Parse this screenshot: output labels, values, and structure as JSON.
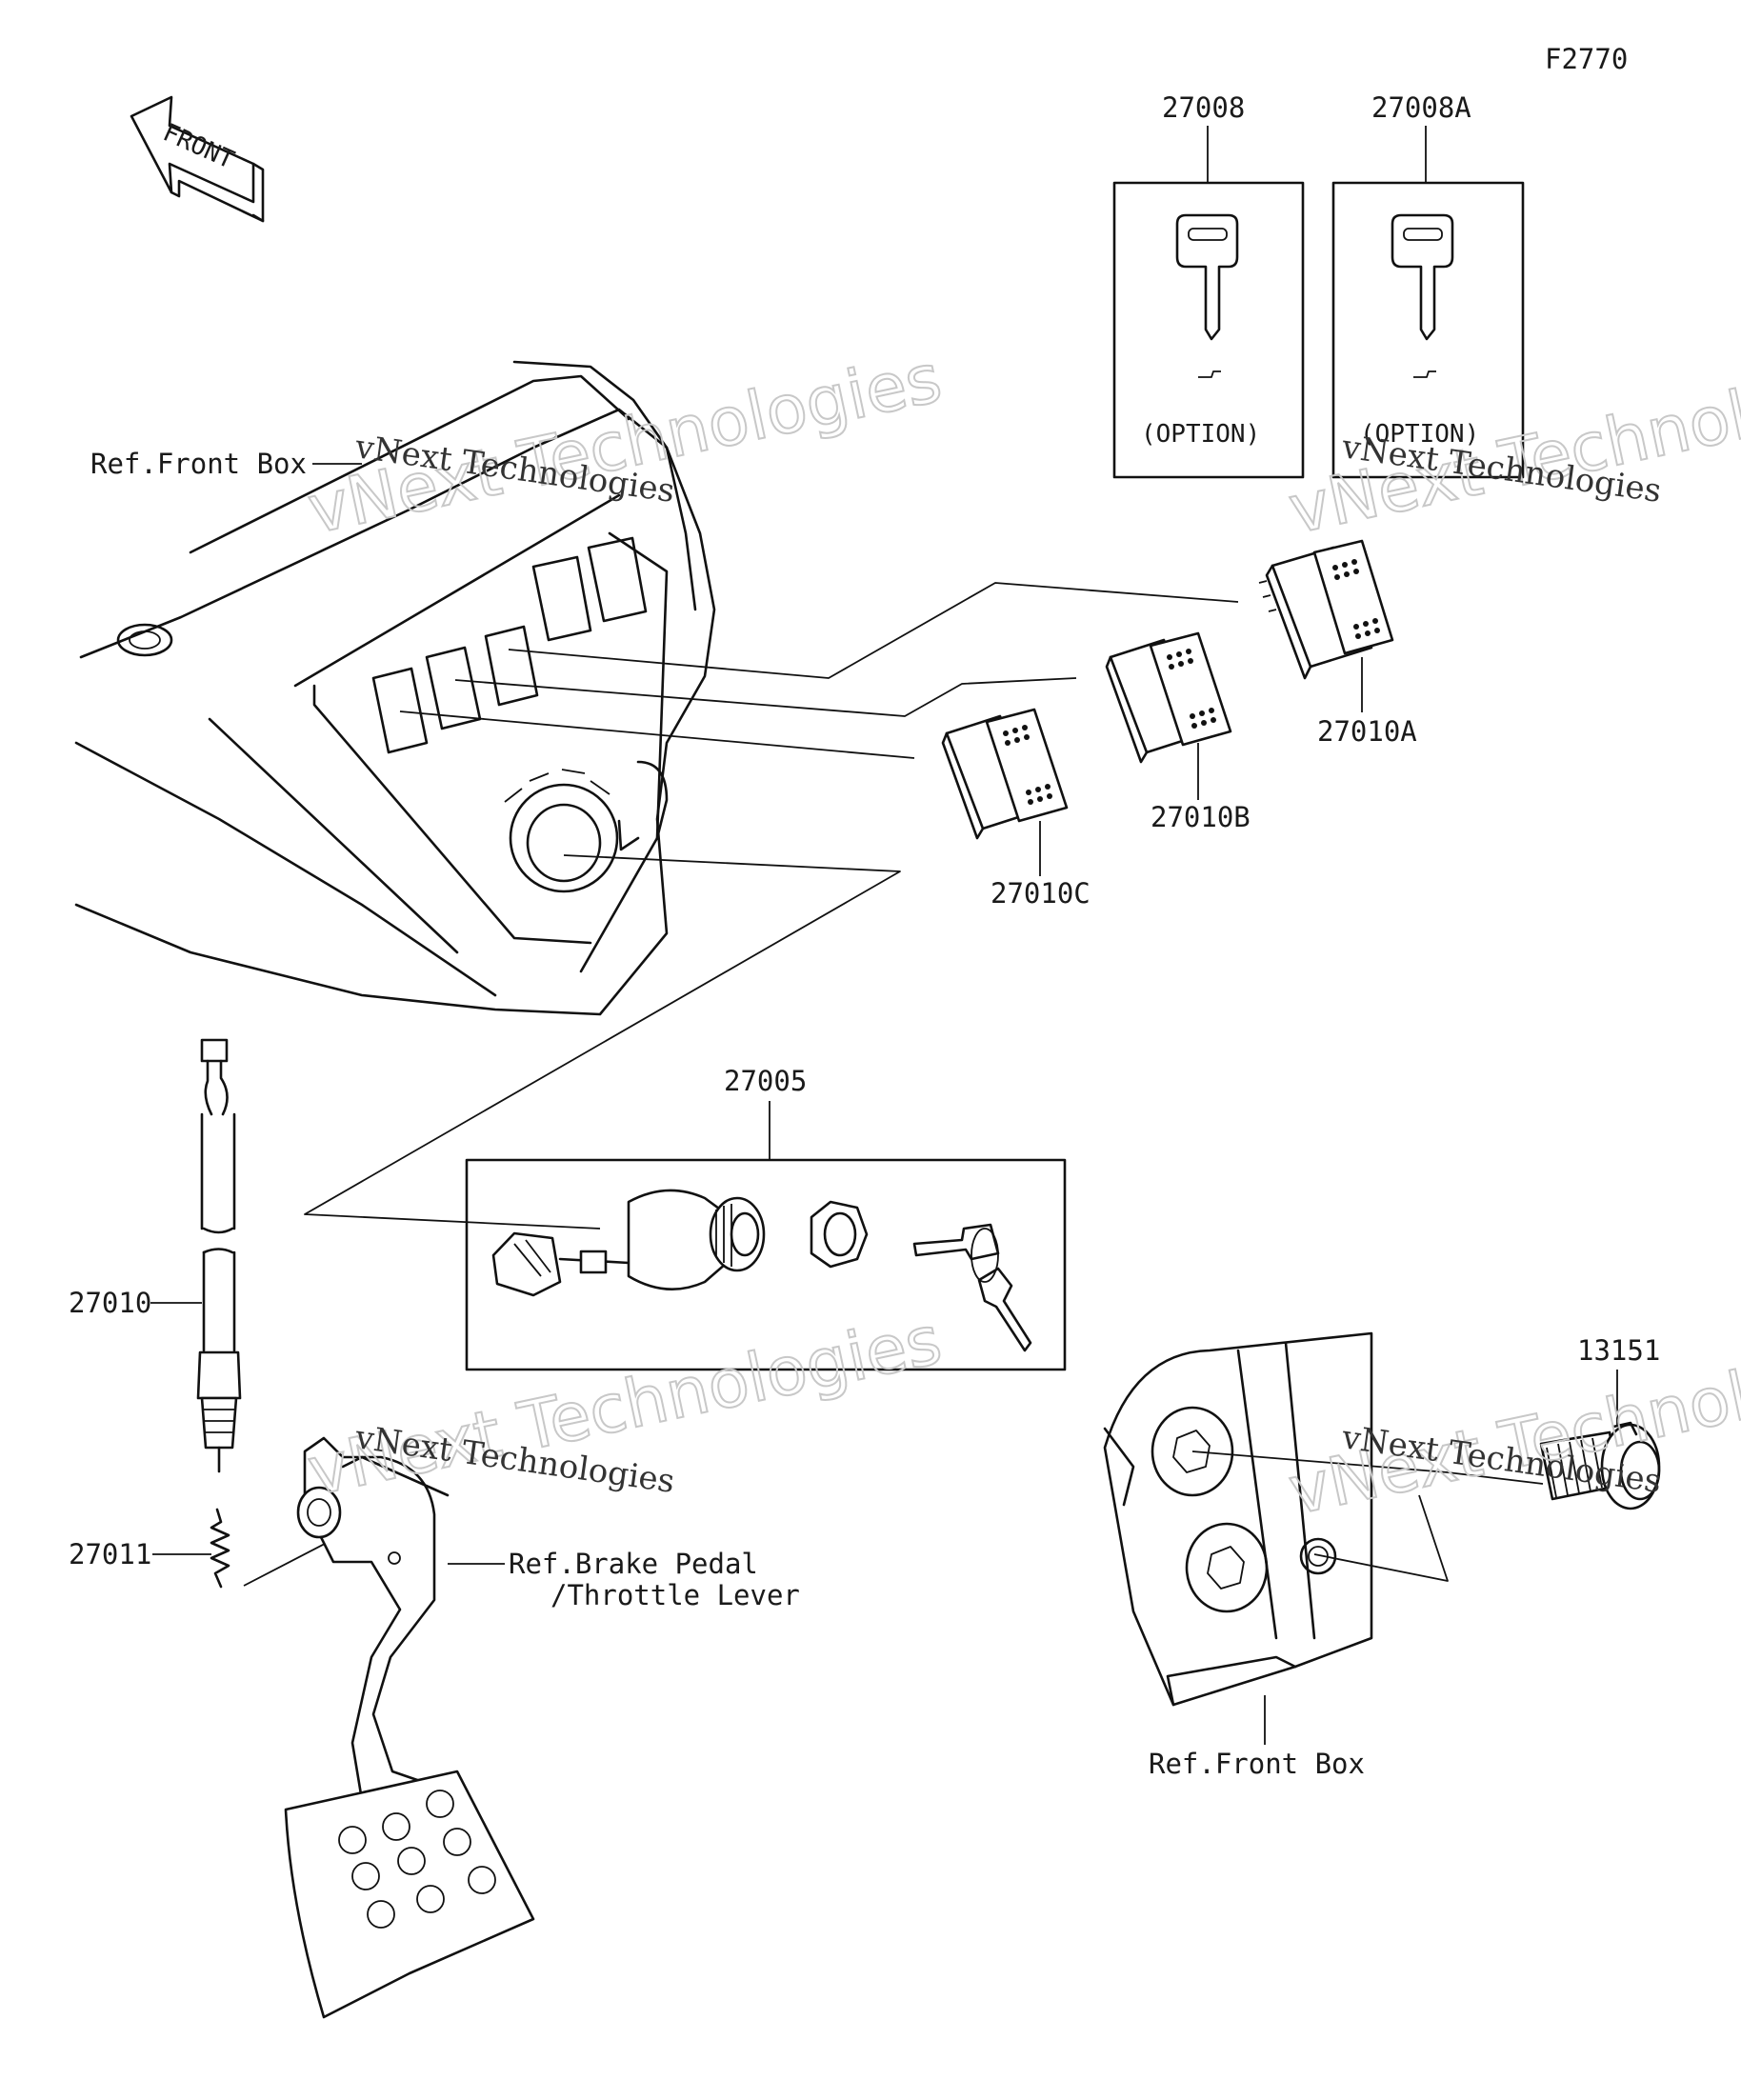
{
  "diagram": {
    "figure_code": "F2770",
    "front_arrow_text": "FRONT",
    "watermark": {
      "line1": "vNext Technologies",
      "line2": "vNext Technologies"
    },
    "parts": [
      {
        "id": "p27008",
        "number": "27008"
      },
      {
        "id": "p27008A",
        "number": "27008A"
      },
      {
        "id": "p27010A",
        "number": "27010A"
      },
      {
        "id": "p27010B",
        "number": "27010B"
      },
      {
        "id": "p27010C",
        "number": "27010C"
      },
      {
        "id": "p27005",
        "number": "27005"
      },
      {
        "id": "p27010",
        "number": "27010"
      },
      {
        "id": "p27011",
        "number": "27011"
      },
      {
        "id": "p13151",
        "number": "13151"
      }
    ],
    "option_text": "(OPTION)",
    "references": {
      "front_box_top": "Ref.Front Box",
      "brake_pedal_line1": "Ref.Brake Pedal",
      "brake_pedal_line2": "/Throttle Lever",
      "front_box_bottom": "Ref.Front Box"
    }
  }
}
